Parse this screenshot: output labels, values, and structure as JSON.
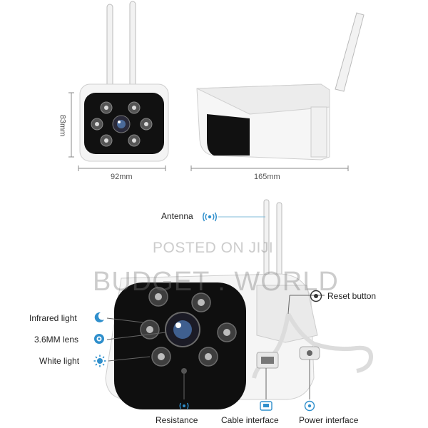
{
  "dimensions": {
    "height": "83mm",
    "front_width": "92mm",
    "side_length": "165mm"
  },
  "labels": {
    "antenna": "Antenna",
    "reset_button": "Reset button",
    "infrared_light": "Infrared light",
    "lens": "3.6MM lens",
    "white_light": "White light",
    "resistance": "Resistance",
    "cable_interface": "Cable interface",
    "power_interface": "Power interface"
  },
  "watermark": {
    "line1": "POSTED ON JIJI",
    "line2": "BUDGET . WORLD"
  },
  "colors": {
    "icon_blue": "#2f8fcc",
    "camera_black": "#111111",
    "camera_white": "#f4f4f4"
  },
  "icons": [
    "wifi-signal-icon",
    "target-icon",
    "moon-icon",
    "lens-icon",
    "sun-icon",
    "cable-port-icon",
    "power-port-icon"
  ]
}
